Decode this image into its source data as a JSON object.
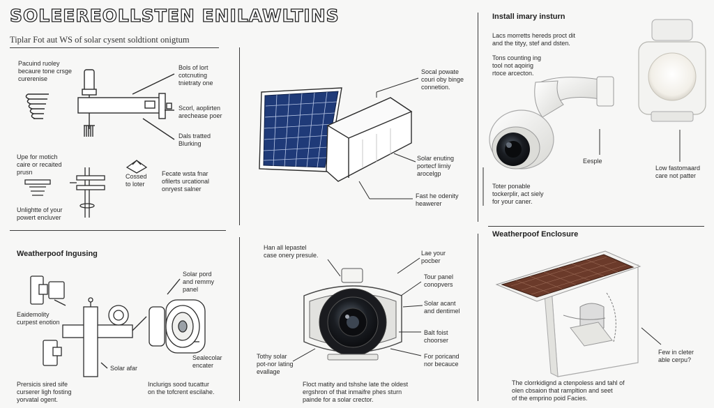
{
  "header": {
    "title": "SOLEEREOLLSTEN ENILAWLTINS",
    "subtitle": "Tiplar Fot aut WS of solar cysent soldtiont onigtum"
  },
  "panel1": {
    "label_a": "Pacuind ruoley\nbecaure tone crsge\ncurerenise",
    "label_b": "Bols of lort\ncotcnuting\ntnietraty one",
    "label_c": "Scorl, aoplirten\narechease poer",
    "label_d": "Dals tratted\nBlurking",
    "label_e": "Upe for motich\ncaire or recaited\nprusn",
    "label_f": "Cossed\nto loter",
    "label_g": "Fecate wsta fnar\nofilerts urcational\nonryest salner",
    "label_h": "Unlightte of your\npowert encluver"
  },
  "panel2": {
    "label_a": "Socal powate\ncouri oby binge\nconnetion.",
    "label_b": "Solar enuting\nportecf lirniy\narocelgp",
    "label_c": "Fast he odenity\nheawerer"
  },
  "panel3": {
    "heading": "Install imary insturn",
    "label_a": "Lacs morretts hereds proct dit\nand the tityy, stef and dsten.",
    "label_b": "Tons counting ing\ntool not aqoirig\nrtoce arcecton.",
    "label_c": "Eesple",
    "label_d": "Low fastomaard\ncare not patter",
    "label_e": "Toter ponable\ntockerplir, act siely\nfor your caner."
  },
  "panel4": {
    "heading": "Weatherpoof Ingusing",
    "label_a": "Solar pord\nand remmy\npanel",
    "label_b": "Eaidemolity\ncurpest enotion",
    "label_c": "Solar afar",
    "label_d": "Sealecolar\nencater",
    "label_e": "Prersicis sired sife\ncurserer ligh fosting\nyorvatal ogent.",
    "label_f": "Inclurigs sood tucattur\non the tofcrent escilahe."
  },
  "panel5": {
    "label_a": "Han all lepastel\ncase onery presule.",
    "label_b": "Lae your\npocber",
    "label_c": "Tour panel\nconopvers",
    "label_d": "Solar acant\nand dentimel",
    "label_e": "Balt foist\nchoorser",
    "label_f": "For poricand\nnor becauce",
    "label_g": "Tothy solar\npot-nor lating\nevallage",
    "label_h": "Floct matity and tshshe late the oldest\nergshron of that inmaifre phes sturn\npainde for a solar crector."
  },
  "panel6": {
    "heading": "Weatherpoof Enclosure",
    "label_a": "Few in cleter\nable cerpu?",
    "label_b": "The clorrkidignd a ctenpoless and tahl of\nolen cbsaion that rampltion and seet\nof the emprino poid Facies."
  },
  "colors": {
    "ink": "#3a3a3a",
    "solar_blue": "#1f3a78",
    "solar_brown": "#6b3a2a",
    "camera_white": "#f1f0ee"
  }
}
